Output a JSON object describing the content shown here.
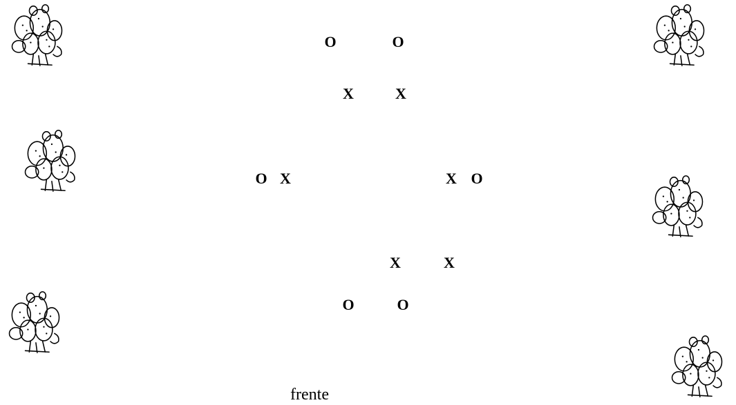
{
  "formation": {
    "top_row": [
      "O",
      "O"
    ],
    "upper_x_row": [
      "X",
      "X"
    ],
    "left_pair": [
      "O",
      "X"
    ],
    "right_pair": [
      "X",
      "O"
    ],
    "lower_x_row": [
      "X",
      "X"
    ],
    "bottom_row": [
      "O",
      "O"
    ]
  },
  "caption": "frente",
  "decorations": {
    "icon": "prickly-pear-cactus-icon",
    "count": 6
  }
}
